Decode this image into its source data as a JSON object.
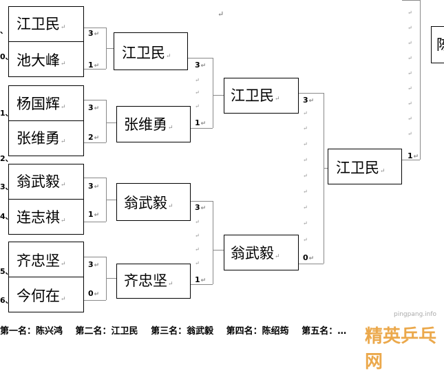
{
  "round1": [
    {
      "seed": "、",
      "name": "江卫民",
      "score": "3"
    },
    {
      "seed": "0、",
      "name": "池大峰",
      "score": "1"
    },
    {
      "seed": "1、",
      "name": "杨国辉",
      "score": "3"
    },
    {
      "seed": "2、",
      "name": "张维勇",
      "score": "2"
    },
    {
      "seed": "3、",
      "name": "翁武毅",
      "score": "3"
    },
    {
      "seed": "4、",
      "name": "连志祺",
      "score": "1"
    },
    {
      "seed": "5、",
      "name": "齐忠坚",
      "score": "3"
    },
    {
      "seed": "6、",
      "name": "今何在",
      "score": "0"
    }
  ],
  "round2": [
    {
      "name": "江卫民",
      "score": "3"
    },
    {
      "name": "张维勇",
      "score": "1"
    },
    {
      "name": "翁武毅",
      "score": "3"
    },
    {
      "name": "齐忠坚",
      "score": "1"
    }
  ],
  "round3": [
    {
      "name": "江卫民",
      "score": "3"
    },
    {
      "name": "翁武毅",
      "score": "0"
    }
  ],
  "round4": {
    "name": "江卫民",
    "score": "1"
  },
  "round5_partial": {
    "name": "陈"
  },
  "ranking": [
    "第一名：陈兴鸿",
    "第二名：江卫民",
    "第三名：翁武毅",
    "第四名：陈绍筠",
    "第五名：…"
  ],
  "watermark": {
    "site": "pingpang.info",
    "logo_text": "精英乒乓网"
  },
  "mark": "↵"
}
